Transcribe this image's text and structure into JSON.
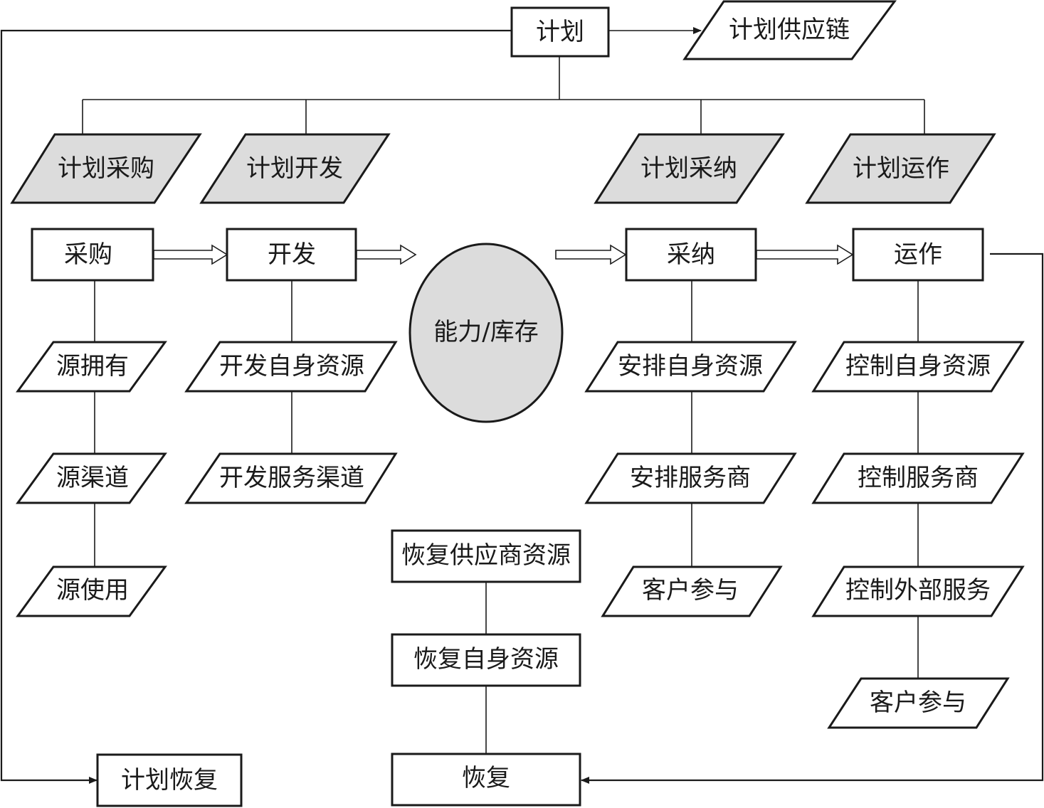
{
  "colors": {
    "stroke": "#1a1a1a",
    "shaded_fill": "#dcdcdc",
    "plain_fill": "#ffffff",
    "background": "#ffffff"
  },
  "nodes": {
    "plan": "计划",
    "plan_supply_chain": "计划供应链",
    "plan_source": "计划采购",
    "plan_develop": "计划开发",
    "plan_accept": "计划采纳",
    "plan_operate": "计划运作",
    "source": "采购",
    "develop": "开发",
    "capacity_inventory": "能力/库存",
    "accept": "采纳",
    "operate": "运作",
    "source_owned": "源拥有",
    "source_channel": "源渠道",
    "source_use": "源使用",
    "develop_own_resources": "开发自身资源",
    "develop_service_channel": "开发服务渠道",
    "arrange_own_resources": "安排自身资源",
    "arrange_service_providers": "安排服务商",
    "arrange_customer_participation": "客户参与",
    "control_own_resources": "控制自身资源",
    "control_service_providers": "控制服务商",
    "control_external_services": "控制外部服务",
    "control_customer_participation": "客户参与",
    "recover_supplier_resources": "恢复供应商资源",
    "recover_own_resources": "恢复自身资源",
    "recover": "恢复",
    "plan_recovery": "计划恢复"
  }
}
